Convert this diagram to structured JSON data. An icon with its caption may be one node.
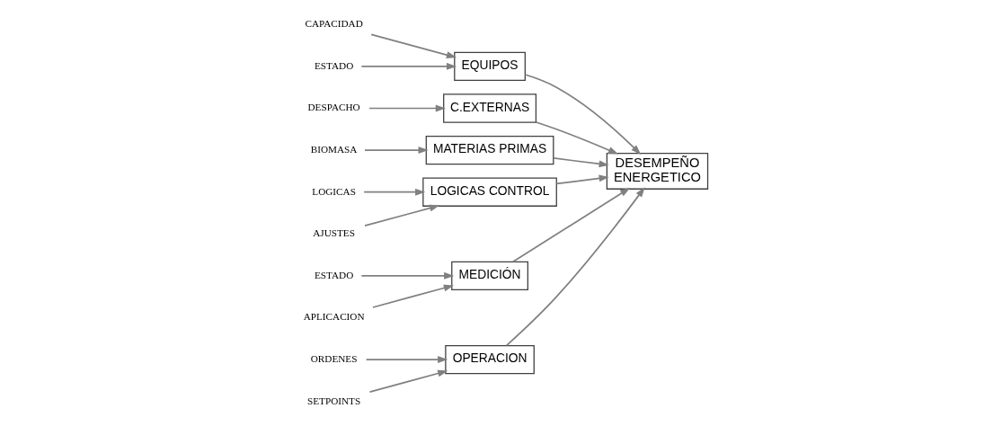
{
  "diagram": {
    "nodes": [
      {
        "text": [
          "OPERACION"
        ]
      },
      {
        "text": [
          "EQUIPOS"
        ]
      },
      {
        "text": [
          "C.EXTERNAS"
        ]
      },
      {
        "text": [
          "ORDENES"
        ]
      },
      {
        "text": [
          "CAPACIDAD"
        ]
      },
      {
        "text": [
          "DESPACHO"
        ]
      },
      {
        "text": [
          "SETPOINTS"
        ]
      },
      {
        "text": [
          "ESTADO"
        ]
      },
      {
        "text": [
          "DESEMPEÑO ENERGETICO"
        ]
      },
      {
        "text": [
          "BIOMASA"
        ]
      },
      {
        "text": [
          "LOGICAS"
        ]
      },
      {
        "text": [
          "ESTADO"
        ]
      },
      {
        "text": [
          "AJUSTES"
        ]
      },
      {
        "text": [
          "APLICACION"
        ]
      },
      {
        "text": [
          "MATERIAS PRIMAS"
        ]
      },
      {
        "text": [
          "LOGICAS CONTROL"
        ]
      },
      {
        "text": [
          "MEDICIÓN"
        ]
      }
    ],
    "edges": [
      {
        "from": 3,
        "to": 0,
        "arrow": "to"
      },
      {
        "from": 6,
        "to": 0,
        "arrow": "to"
      },
      {
        "from": 4,
        "to": 1,
        "arrow": "to"
      },
      {
        "from": 7,
        "to": 1,
        "arrow": "to"
      },
      {
        "from": 5,
        "to": 2,
        "arrow": "to"
      },
      {
        "from": 9,
        "to": 14,
        "arrow": "to"
      },
      {
        "from": 10,
        "to": 15,
        "arrow": "to"
      },
      {
        "from": 12,
        "to": 15,
        "arrow": "to"
      },
      {
        "from": 11,
        "to": 16,
        "arrow": "to"
      },
      {
        "from": 13,
        "to": 16,
        "arrow": "to"
      },
      {
        "from": 0,
        "to": 8,
        "arrow": "to"
      },
      {
        "from": 1,
        "to": 8,
        "arrow": "to"
      },
      {
        "from": 2,
        "to": 8,
        "arrow": "to"
      },
      {
        "from": 14,
        "to": 8,
        "arrow": "to"
      },
      {
        "from": 15,
        "to": 8,
        "arrow": "to"
      },
      {
        "from": 16,
        "to": 8,
        "arrow": "to"
      }
    ]
  }
}
